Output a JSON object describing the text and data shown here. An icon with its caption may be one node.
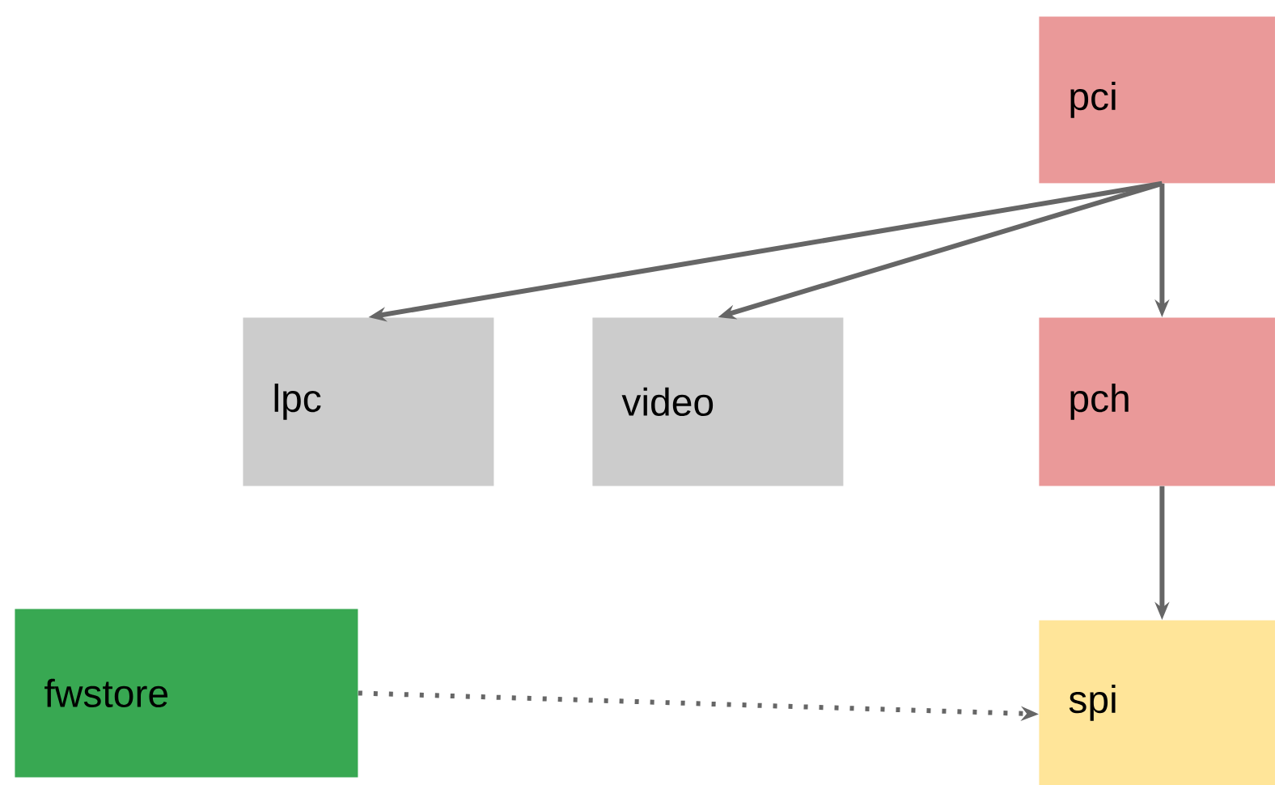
{
  "diagram": {
    "nodes": [
      {
        "text": [
          "pci"
        ]
      },
      {
        "text": [
          "lpc"
        ]
      },
      {
        "text": [
          "video"
        ]
      },
      {
        "text": [
          "pch"
        ]
      },
      {
        "text": [
          "fwstore"
        ]
      },
      {
        "text": [
          "spi"
        ]
      }
    ],
    "edges": [
      {
        "from": 0,
        "to": 1,
        "arrow": "to"
      },
      {
        "from": 0,
        "to": 2,
        "arrow": "to"
      },
      {
        "from": 0,
        "to": 3,
        "arrow": "to"
      },
      {
        "from": 3,
        "to": 5,
        "arrow": "to"
      },
      {
        "from": 4,
        "to": 5,
        "arrow": "to",
        "style": "dashed"
      }
    ]
  }
}
